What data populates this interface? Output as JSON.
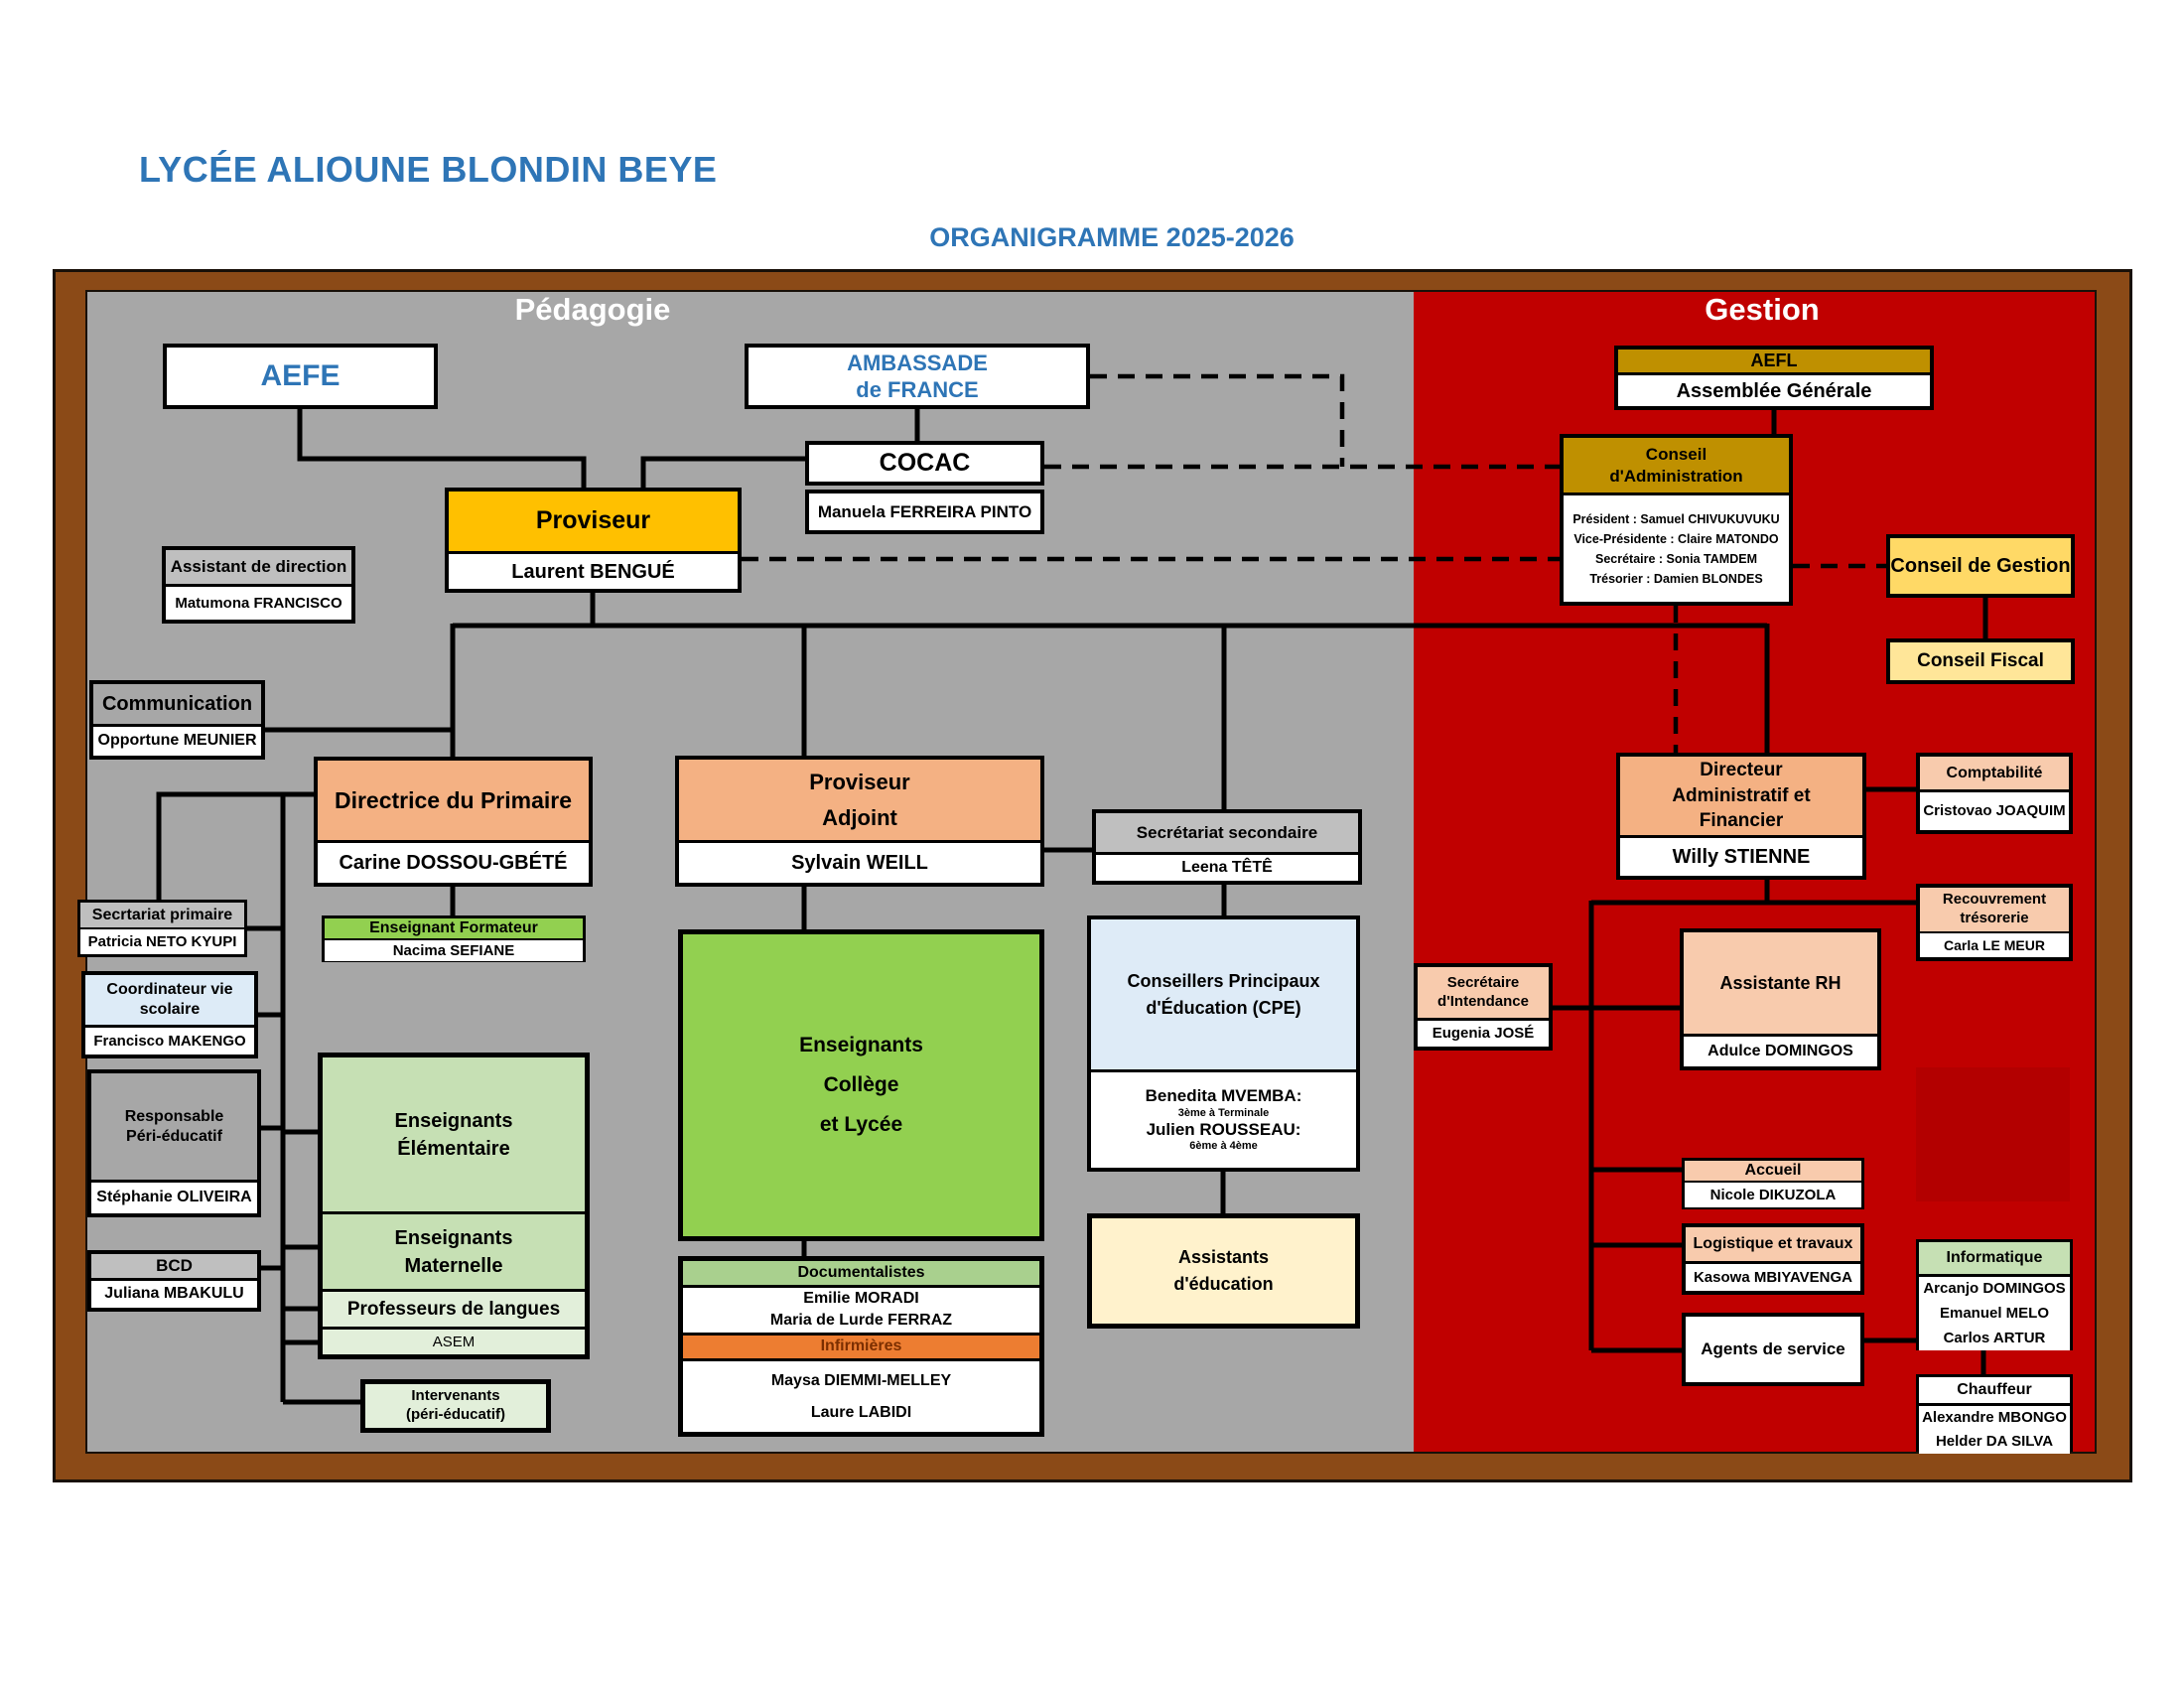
{
  "page": {
    "title": "LYCÉE ALIOUNE BLONDIN BEYE",
    "subtitle": "ORGANIGRAMME 2025-2026"
  },
  "sections": {
    "left": "Pédagogie",
    "right": "Gestion"
  },
  "colors": {
    "frame_brown": "#8B4A17",
    "pedagogie_bg": "#A7A7A7",
    "gestion_bg": "#C00000",
    "gold": "#FFC000",
    "salmon": "#F4B183",
    "light_salmon": "#F8CBAD",
    "green": "#92D050",
    "light_green": "#C6E0B4",
    "pale_green": "#E2EFDA",
    "doc_green": "#A9D08E",
    "orange": "#ED7D31",
    "light_blue": "#DDEBF7",
    "cream": "#FFF2CC",
    "dark_gold": "#BF9000",
    "gestion_gold": "#FFD966",
    "fiscal_gold": "#FFE699",
    "title_blue": "#2E75B6"
  },
  "nodes": {
    "aefe": {
      "title": "AEFE"
    },
    "ambassade": {
      "line1": "AMBASSADE",
      "line2": "de FRANCE"
    },
    "cocac": {
      "title": "COCAC",
      "name": "Manuela FERREIRA PINTO"
    },
    "proviseur": {
      "title": "Proviseur",
      "name": "Laurent BENGUÉ"
    },
    "assistant_direction": {
      "title": "Assistant de direction",
      "name": "Matumona FRANCISCO"
    },
    "communication": {
      "title": "Communication",
      "name": "Opportune MEUNIER"
    },
    "directrice_primaire": {
      "title": "Directrice du Primaire",
      "name": "Carine DOSSOU-GBÉTÉ"
    },
    "enseignant_formateur": {
      "title": "Enseignant Formateur",
      "name": "Nacima SEFIANE"
    },
    "secretariat_primaire": {
      "title": "Secrtariat primaire",
      "name": "Patricia NETO KYUPI"
    },
    "coordinateur": {
      "line1": "Coordinateur vie",
      "line2": "scolaire",
      "name": "Francisco MAKENGO"
    },
    "responsable_peri": {
      "line1": "Responsable",
      "line2": "Péri-éducatif",
      "name": "Stéphanie OLIVEIRA"
    },
    "bcd": {
      "title": "BCD",
      "name": "Juliana MBAKULU"
    },
    "ens_elementaire": {
      "line1": "Enseignants",
      "line2": "Élémentaire"
    },
    "ens_maternelle": {
      "line1": "Enseignants",
      "line2": "Maternelle"
    },
    "professeurs_langues": {
      "title": "Professeurs de langues"
    },
    "asem": {
      "title": "ASEM"
    },
    "intervenants": {
      "line1": "Intervenants",
      "line2": "(péri-éducatif)"
    },
    "proviseur_adjoint": {
      "line1": "Proviseur",
      "line2": "Adjoint",
      "name": "Sylvain WEILL"
    },
    "secretariat_secondaire": {
      "title": "Secrétariat secondaire",
      "name": "Leena TÊTÊ"
    },
    "ens_college": {
      "line1": "Enseignants",
      "line2": "Collège",
      "line3": "et Lycée"
    },
    "documentalistes": {
      "title": "Documentalistes",
      "name1": "Emilie MORADI",
      "name2": "Maria de Lurde FERRAZ"
    },
    "infirmieres": {
      "title": "Infirmières",
      "name1": "Maysa DIEMMI-MELLEY",
      "name2": "Laure LABIDI"
    },
    "cpe": {
      "line1": "Conseillers Principaux",
      "line2": "d'Éducation (CPE)",
      "name1": "Benedita MVEMBA:",
      "sub1": "3ème à Terminale",
      "name2": "Julien ROUSSEAU:",
      "sub2": "6ème à 4ème"
    },
    "assistants_education": {
      "line1": "Assistants",
      "line2": "d'éducation"
    },
    "aefl": {
      "title": "AEFL",
      "name": "Assemblée Générale"
    },
    "conseil_administration": {
      "line1": "Conseil",
      "line2": "d'Administration",
      "member1": "Président : Samuel CHIVUKUVUKU",
      "member2": "Vice-Présidente : Claire MATONDO",
      "member3": "Secrétaire : Sonia TAMDEM",
      "member4": "Trésorier :  Damien BLONDES"
    },
    "conseil_gestion": {
      "title": "Conseil de Gestion"
    },
    "conseil_fiscal": {
      "title": "Conseil Fiscal"
    },
    "daf": {
      "line1": "Directeur",
      "line2": "Administratif et",
      "line3": "Financier",
      "name": "Willy STIENNE"
    },
    "comptabilite": {
      "title": "Comptabilité",
      "name": "Cristovao JOAQUIM"
    },
    "recouvrement": {
      "line1": "Recouvrement",
      "line2": "trésorerie",
      "name": "Carla LE MEUR"
    },
    "secretaire_intendance": {
      "line1": "Secrétaire",
      "line2": "d'Intendance",
      "name": "Eugenia JOSÉ"
    },
    "assistante_rh": {
      "title": "Assistante RH",
      "name": "Adulce DOMINGOS"
    },
    "accueil": {
      "title": "Accueil",
      "name": "Nicole DIKUZOLA"
    },
    "logistique": {
      "title": "Logistique et travaux",
      "name": "Kasowa MBIYAVENGA"
    },
    "agents_service": {
      "title": "Agents de service"
    },
    "informatique": {
      "title": "Informatique",
      "name1": "Arcanjo DOMINGOS",
      "name2": "Emanuel MELO",
      "name3": "Carlos ARTUR"
    },
    "chauffeur": {
      "title": "Chauffeur",
      "name1": "Alexandre MBONGO",
      "name2": "Helder DA SILVA"
    }
  }
}
